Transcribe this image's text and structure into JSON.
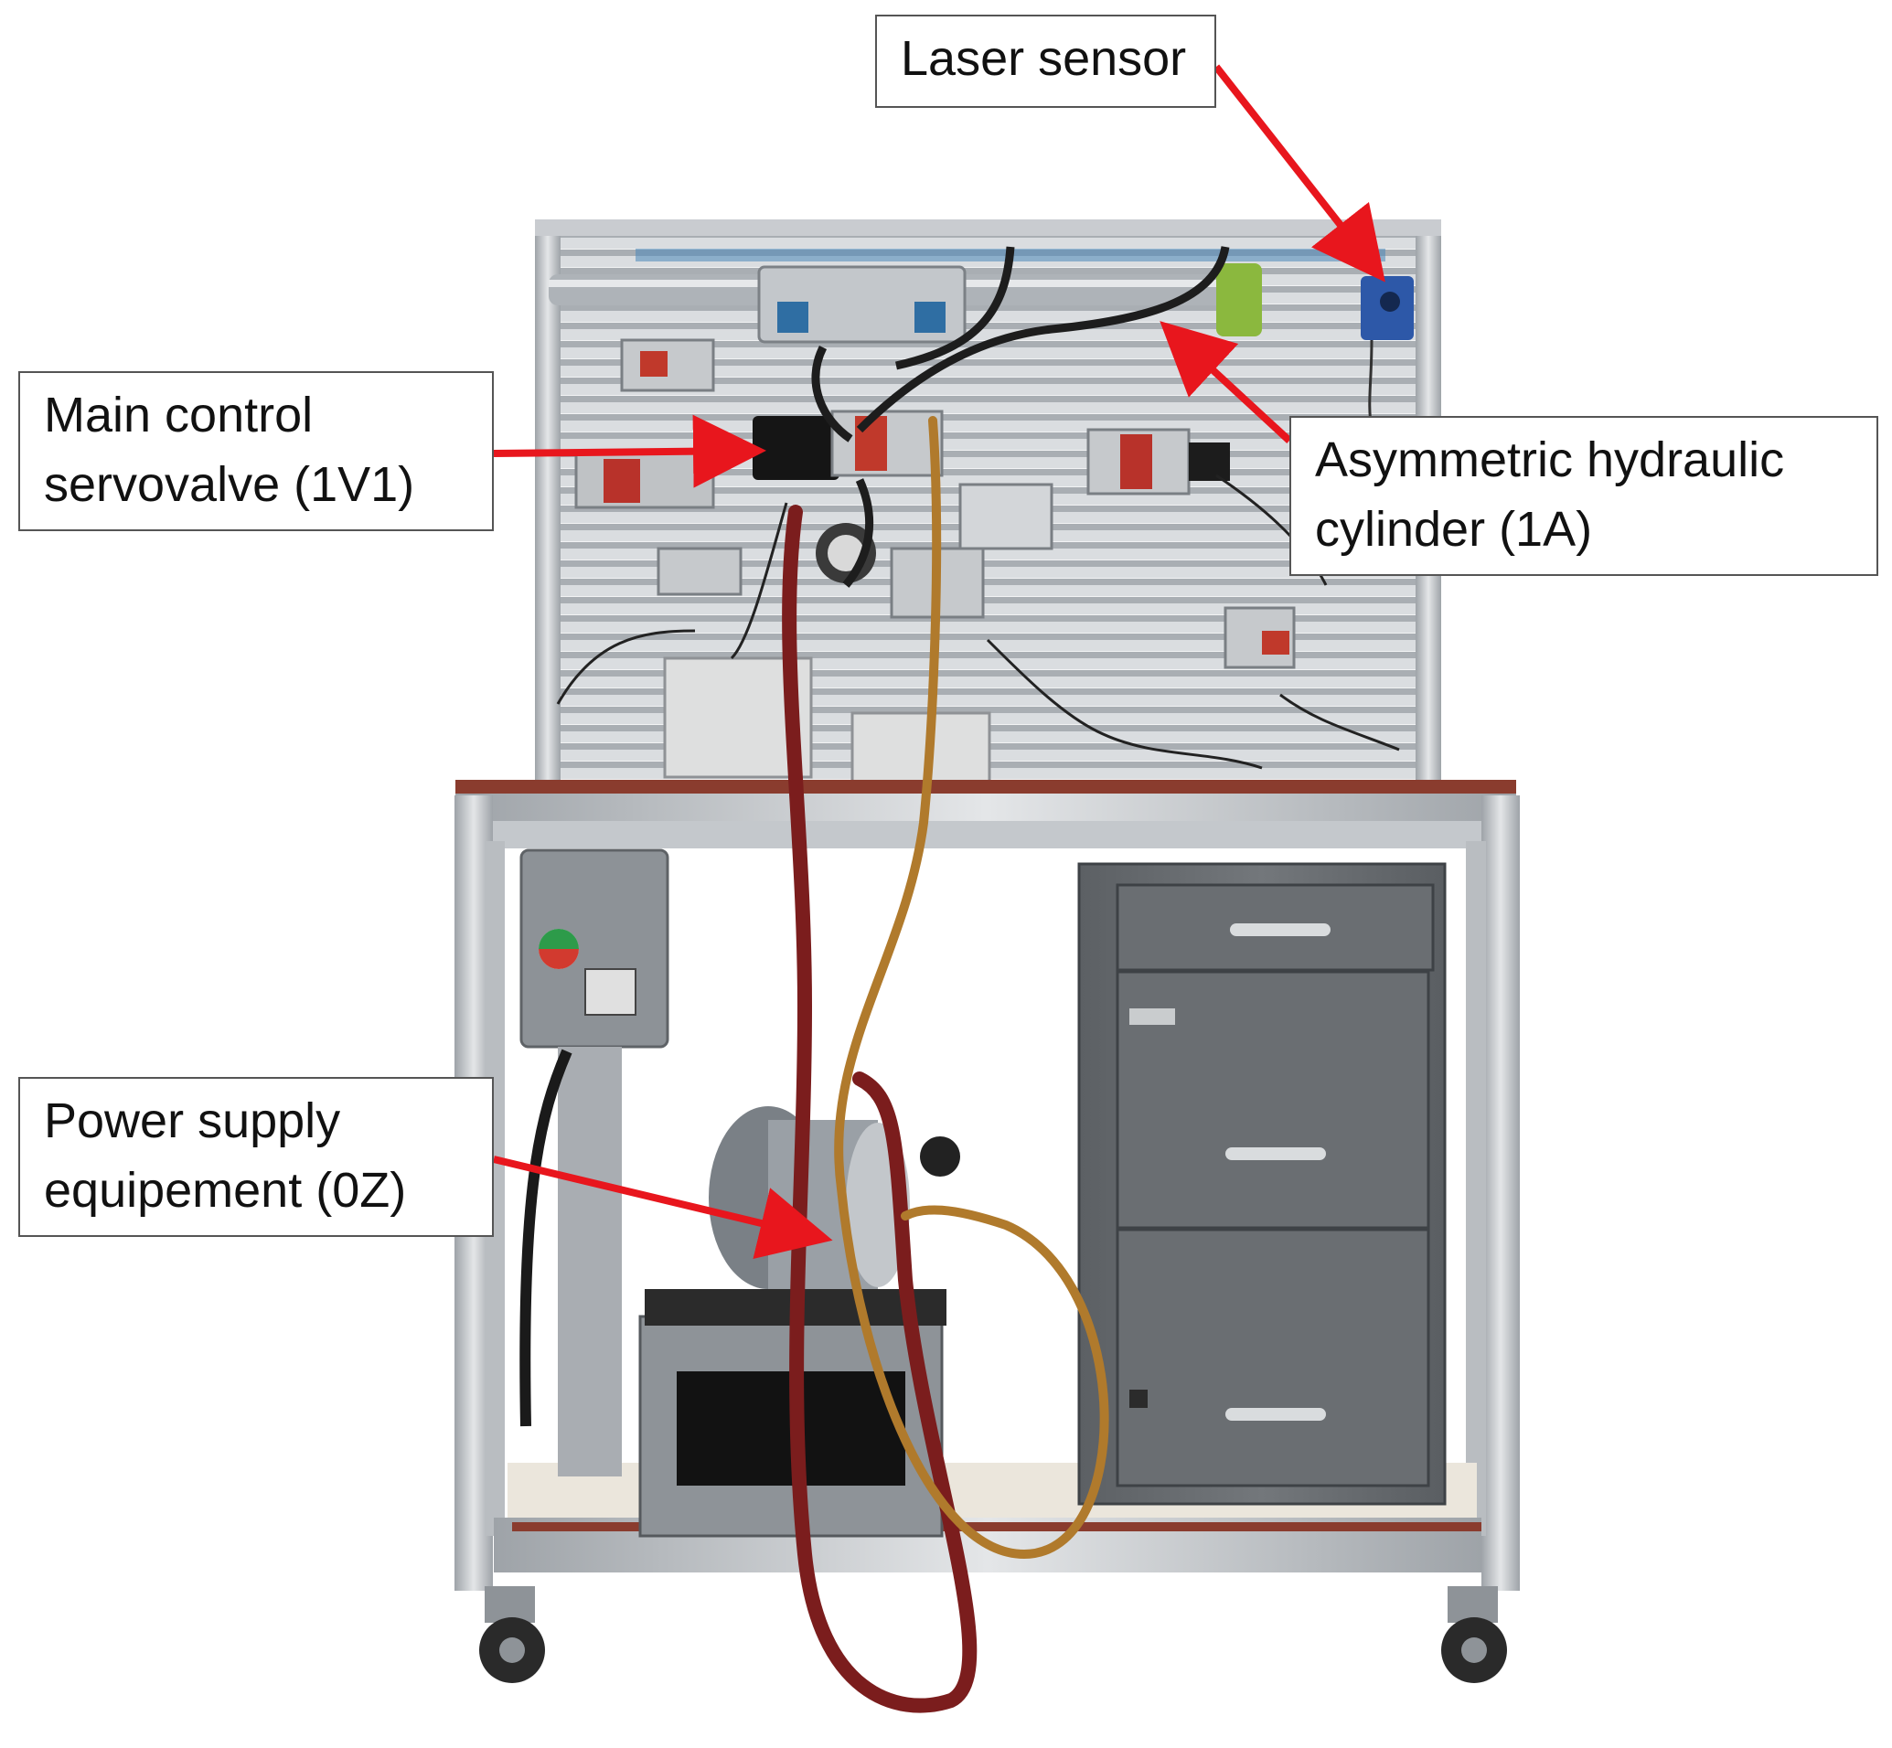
{
  "figure": {
    "description_free": true,
    "arrow_color": "#e8161d",
    "labels": {
      "laser_sensor": "Laser sensor",
      "servovalve_line1": "Main control",
      "servovalve_line2": "servovalve (1V1)",
      "cylinder_line1": "Asymmetric hydraulic",
      "cylinder_line2": "cylinder (1A)",
      "power_line1": "Power supply",
      "power_line2": "equipement (0Z)"
    }
  }
}
